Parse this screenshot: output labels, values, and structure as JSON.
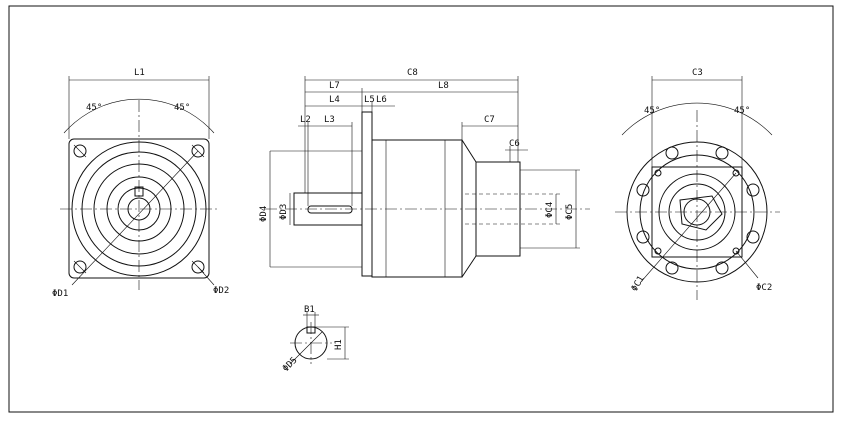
{
  "front_view": {
    "dim_width": "L1",
    "angle_left": "45°",
    "angle_right": "45°",
    "dim_bolt_circle": "ΦD1",
    "dim_hole": "ΦD2"
  },
  "side_view": {
    "dim_total": "C8",
    "dim_l7": "L7",
    "dim_l8": "L8",
    "dim_l4": "L4",
    "dim_l5": "L5",
    "dim_l6": "L6",
    "dim_l2": "L2",
    "dim_l3": "L3",
    "dim_c7": "C7",
    "dim_c6": "C6",
    "dim_d4": "ΦD4",
    "dim_d3": "ΦD3",
    "dim_c4": "ΦC4",
    "dim_c5": "ΦC5"
  },
  "rear_view": {
    "dim_width": "C3",
    "angle_left": "45°",
    "angle_right": "45°",
    "dim_c1": "ΦC1",
    "dim_c2": "ΦC2"
  },
  "shaft_section": {
    "dim_b1": "B1",
    "dim_h1": "H1",
    "dim_d5": "ΦD5"
  }
}
